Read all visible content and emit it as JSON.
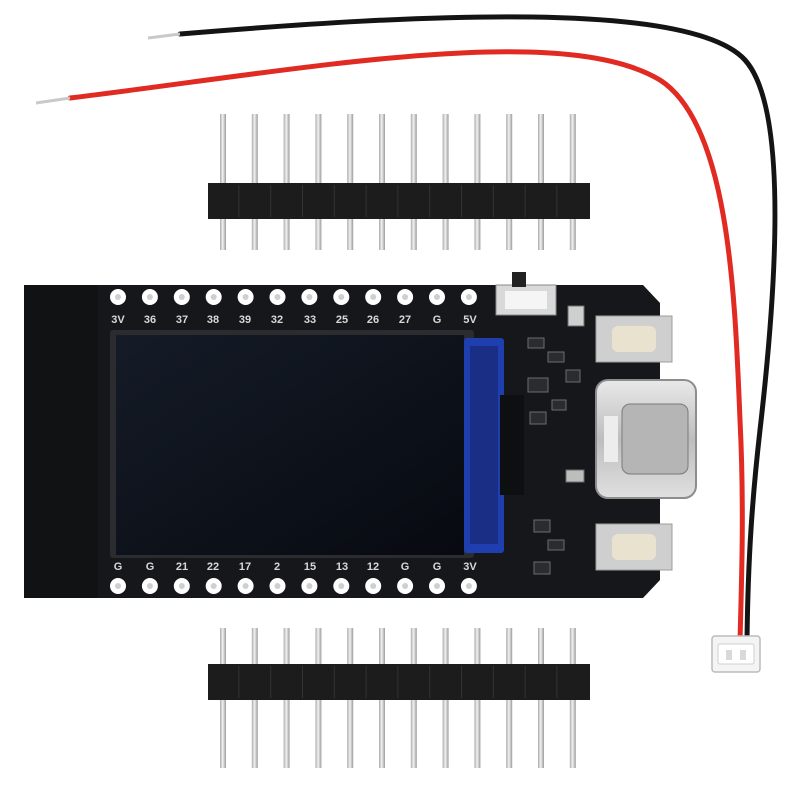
{
  "board": {
    "top_pin_labels": [
      "3V",
      "36",
      "37",
      "38",
      "39",
      "32",
      "33",
      "25",
      "26",
      "27",
      "G",
      "5V"
    ],
    "bottom_pin_labels": [
      "G",
      "G",
      "21",
      "22",
      "17",
      "2",
      "15",
      "13",
      "12",
      "G",
      "G",
      "3V"
    ],
    "pcb_color": "#16171a",
    "screen_color": "#0c1018",
    "display_connector_color": "#1f3fb0"
  },
  "header_strip": {
    "pin_count": 12,
    "color": "#1c1c1c"
  },
  "wires": [
    {
      "name": "black-wire",
      "color": "#141414"
    },
    {
      "name": "red-wire",
      "color": "#e02a22"
    }
  ]
}
